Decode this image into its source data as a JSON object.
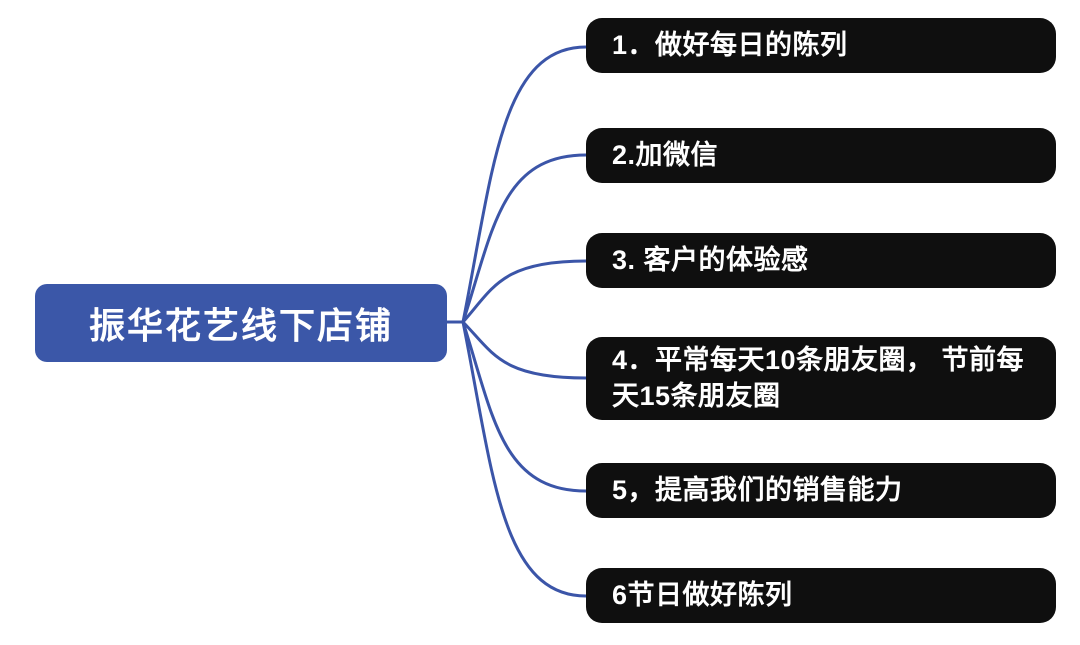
{
  "root": {
    "label": "振华花艺线下店铺"
  },
  "branches": [
    {
      "label": "1．做好每日的陈列"
    },
    {
      "label": "2.加微信"
    },
    {
      "label": "3. 客户的体验感"
    },
    {
      "label": "4．平常每天10条朋友圈， 节前每天15条朋友圈"
    },
    {
      "label": "5，提高我们的销售能力"
    },
    {
      "label": "6节日做好陈列"
    }
  ],
  "colors": {
    "root_fill": "#3B57A8",
    "root_text": "#FFFFFF",
    "branch_fill": "#0F0F0F",
    "branch_text": "#FFFFFF",
    "connector": "#3B55A8",
    "background": "#FFFFFF"
  }
}
